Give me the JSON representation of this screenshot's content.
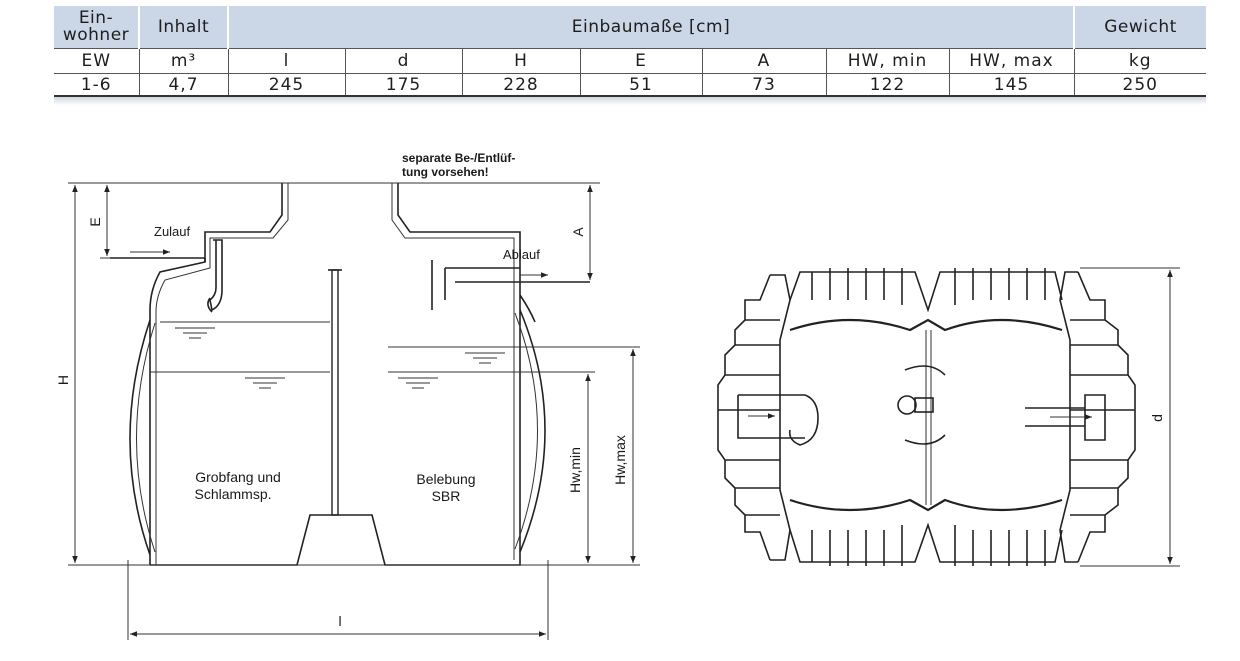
{
  "table": {
    "header": {
      "ew_line1": "Ein-",
      "ew_line2": "wohner",
      "inhalt": "Inhalt",
      "einbau": "Einbaumaße [cm]",
      "gewicht": "Gewicht"
    },
    "units": [
      "EW",
      "m³",
      "l",
      "d",
      "H",
      "E",
      "A",
      "HW, min",
      "HW, max",
      "kg"
    ],
    "values": [
      "1-6",
      "4,7",
      "245",
      "175",
      "228",
      "51",
      "73",
      "122",
      "145",
      "250"
    ]
  },
  "side_view": {
    "note_line1": "separate Be-/Entlüf-",
    "note_line2": "tung vorsehen!",
    "inlet": "Zulauf",
    "outlet": "Ablauf",
    "chamber1_line1": "Grobfang und",
    "chamber1_line2": "Schlammsp.",
    "chamber2_line1": "Belebung",
    "chamber2_line2": "SBR",
    "dim_E": "E",
    "dim_A": "A",
    "dim_H": "H",
    "dim_hwmin": "Hw,min",
    "dim_hwmax": "Hw,max",
    "dim_l": "l"
  },
  "top_view": {
    "dim_d": "d"
  }
}
